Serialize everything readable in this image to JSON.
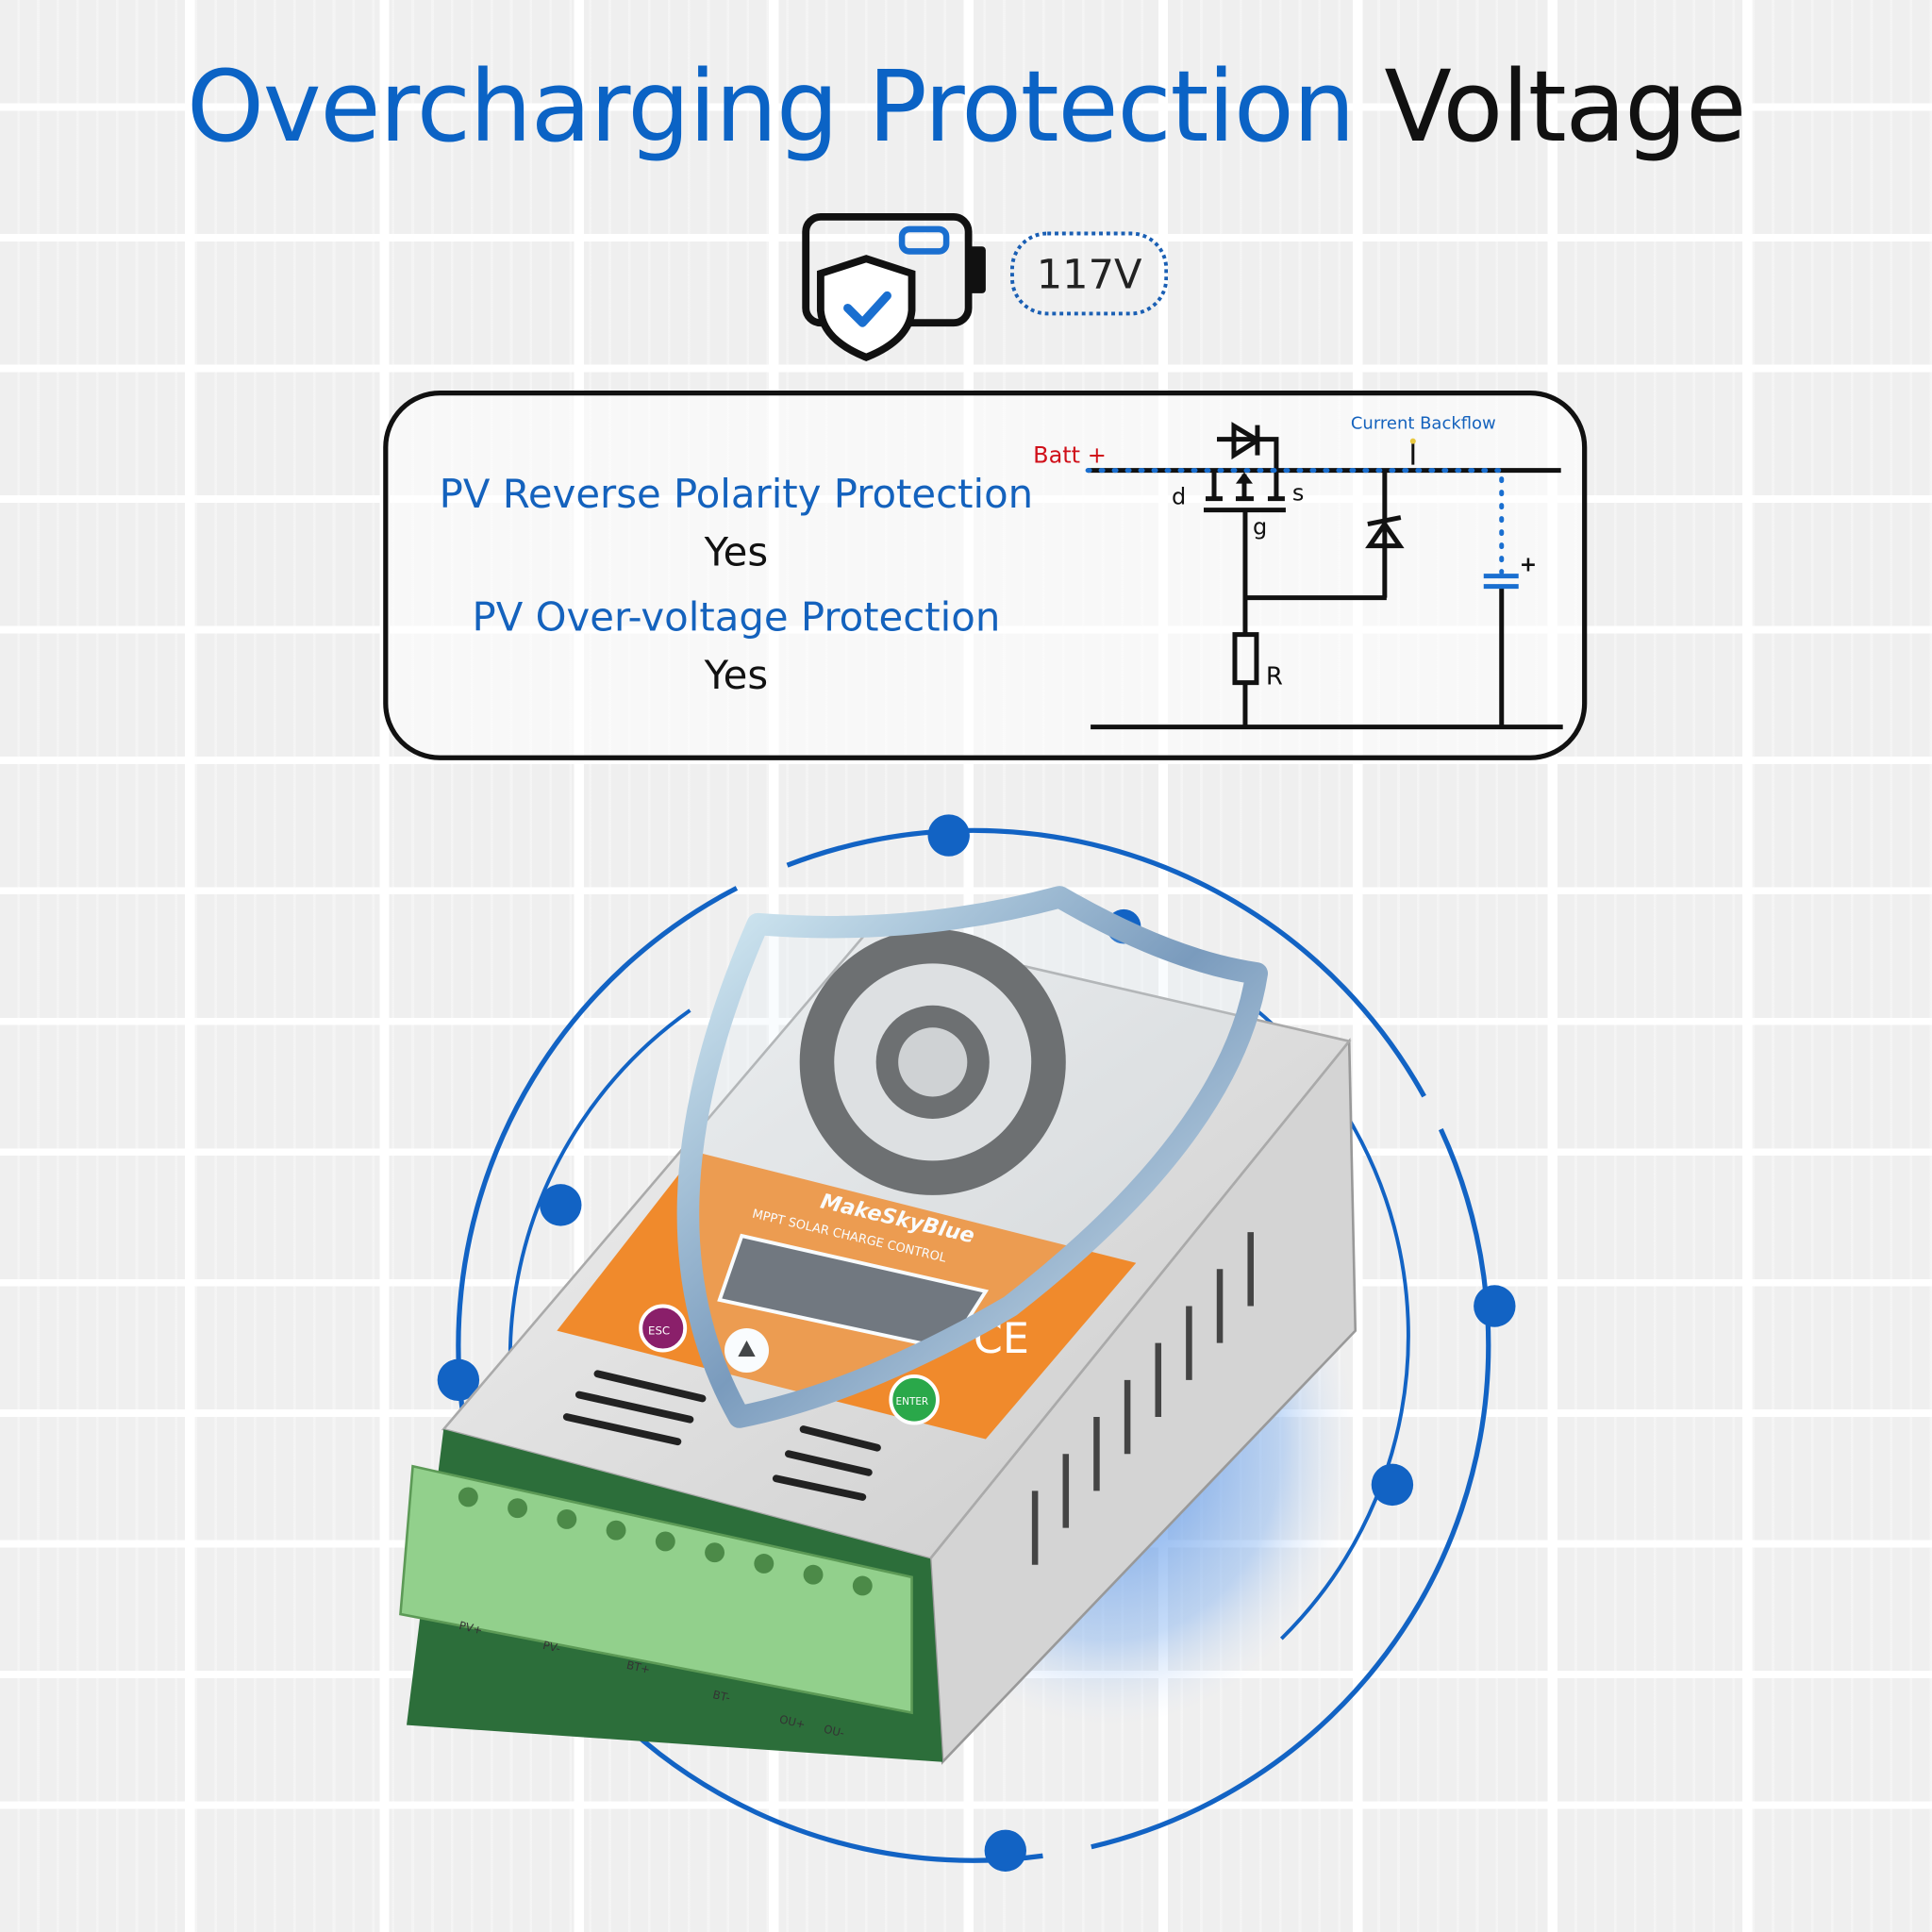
{
  "title": {
    "highlight": "Overcharging Protection",
    "rest": "Voltage"
  },
  "badge": {
    "value": "117V",
    "icon": "battery-shield-check-icon"
  },
  "protections": [
    {
      "label": "PV Reverse Polarity Protection",
      "value": "Yes"
    },
    {
      "label": "PV Over-voltage Protection",
      "value": "Yes"
    }
  ],
  "circuit": {
    "batt_label": "Batt +",
    "backflow_label": "Current Backflow",
    "drain": "d",
    "source": "s",
    "gate": "g",
    "resistor": "R",
    "cap_plus": "+"
  },
  "product": {
    "brand": "MakeSkyBlue",
    "subtitle": "MPPT SOLAR CHARGE CONTROL",
    "buttons": [
      "ESC",
      "ENTER"
    ],
    "mark": "CE",
    "terminals": [
      "PV+",
      "PV-",
      "BT+",
      "BT-",
      "OU+",
      "OU-"
    ]
  },
  "colors": {
    "accent": "#0b63c5",
    "red": "#d0101a",
    "orange": "#f08a2c",
    "green": "#8fd08a"
  }
}
